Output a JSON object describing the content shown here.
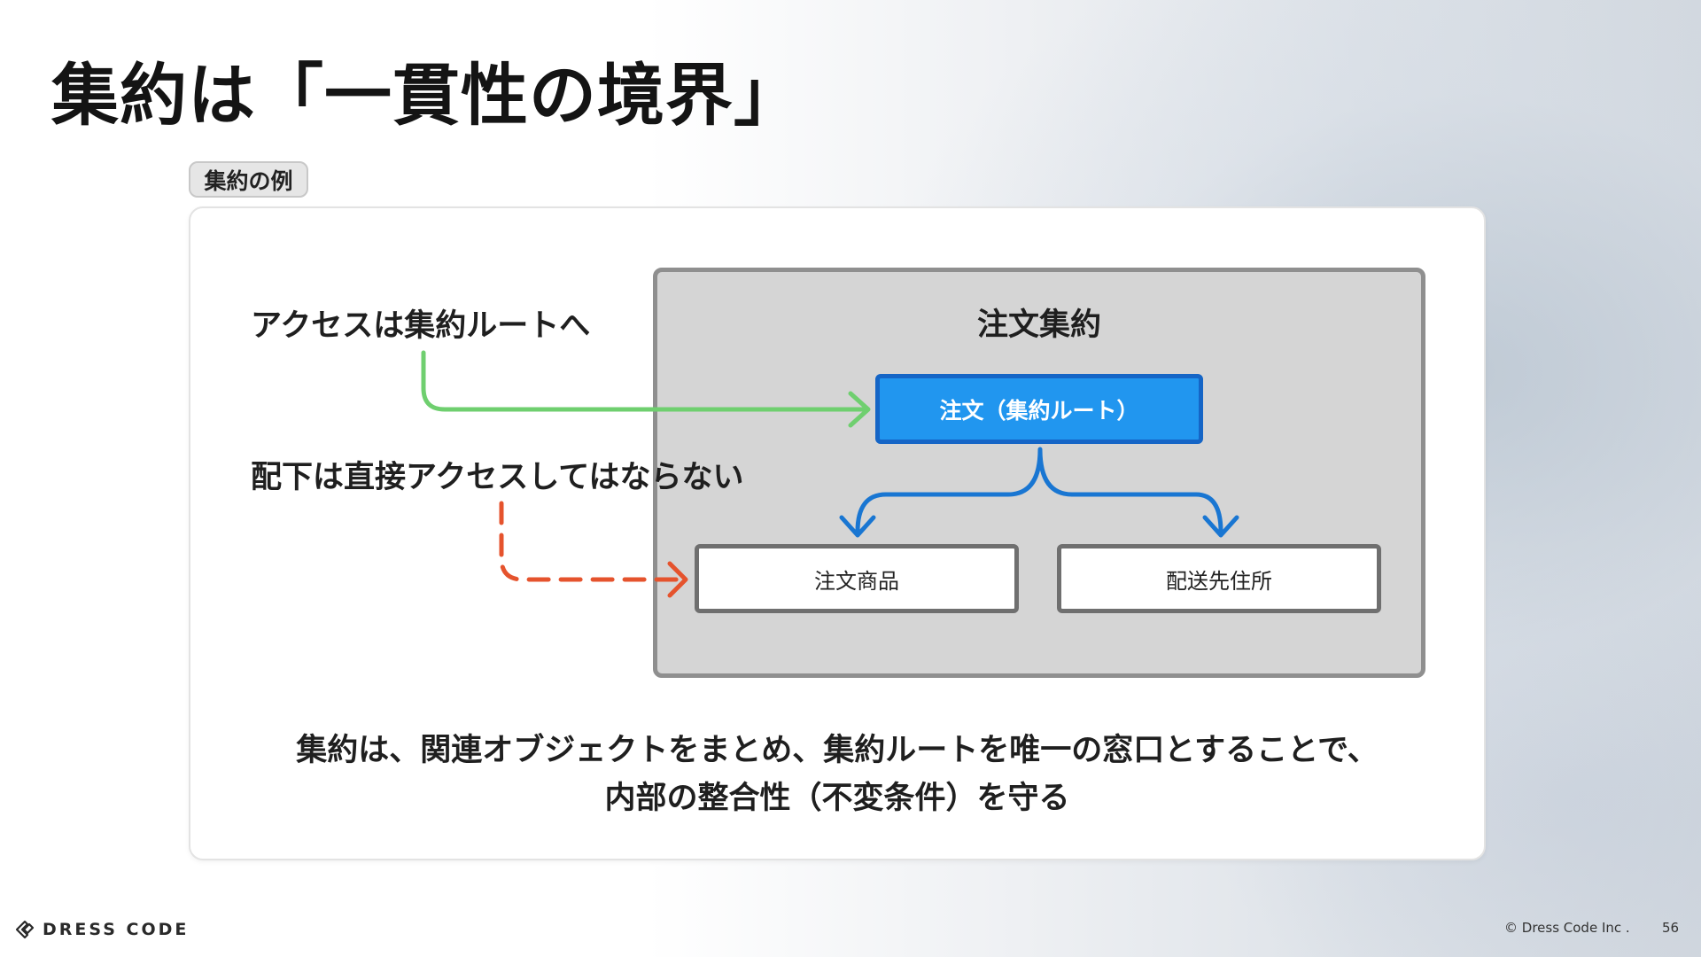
{
  "slide": {
    "title": "集約は「一貫性の境界」",
    "tag": "集約の例"
  },
  "diagram": {
    "aggregate_title": "注文集約",
    "root_label": "注文（集約ルート）",
    "children": [
      "注文商品",
      "配送先住所"
    ],
    "note_access": "アクセスは集約ルートへ",
    "note_direct": "配下は直接アクセスしてはならない",
    "colors": {
      "root_fill": "#2196ef",
      "root_border": "#1565c6",
      "allowed_arrow": "#6fcf6f",
      "forbidden_arrow": "#e5532d",
      "aggregate_fill": "#d5d5d5"
    }
  },
  "summary": {
    "line1": "集約は、関連オブジェクトをまとめ、集約ルートを唯一の窓口とすることで、",
    "line2": "内部の整合性（不変条件）を守る"
  },
  "footer": {
    "logo": "DRESS CODE",
    "copyright": "© Dress Code Inc .",
    "page": "56"
  }
}
